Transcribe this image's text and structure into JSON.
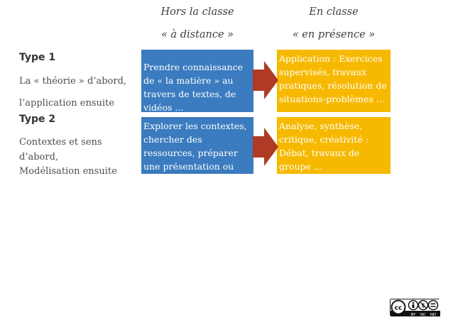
{
  "columns": {
    "distance": {
      "title": "Hors la classe",
      "subtitle": "« à distance »"
    },
    "presence": {
      "title": "En classe",
      "subtitle": "« en présence »"
    }
  },
  "types": [
    {
      "title": "Type 1",
      "line1": "La « théorie » d’abord,",
      "line2": "l’application ensuite"
    },
    {
      "title": "Type 2",
      "line1": "Contextes et sens d’abord,",
      "line2": "Modélisation ensuite"
    }
  ],
  "boxes": {
    "type1_distance": "Prendre connaissance de « la matière » au travers de textes, de vidéos …",
    "type1_presence": "Application : Exercices supervisés, travaux pratiques, résolution de situations-problèmes …",
    "type2_distance": "Explorer les contextes, chercher des ressources, préparer une présentation ou une activité …",
    "type2_presence": "Analyse, synthèse, critique, créativité : Débat, travaux de groupe …"
  },
  "colors": {
    "blue": "#3b7bbf",
    "orange": "#f6b900",
    "arrow": "#b03a24"
  },
  "license": {
    "labels": [
      "BY",
      "NC",
      "ND"
    ]
  }
}
